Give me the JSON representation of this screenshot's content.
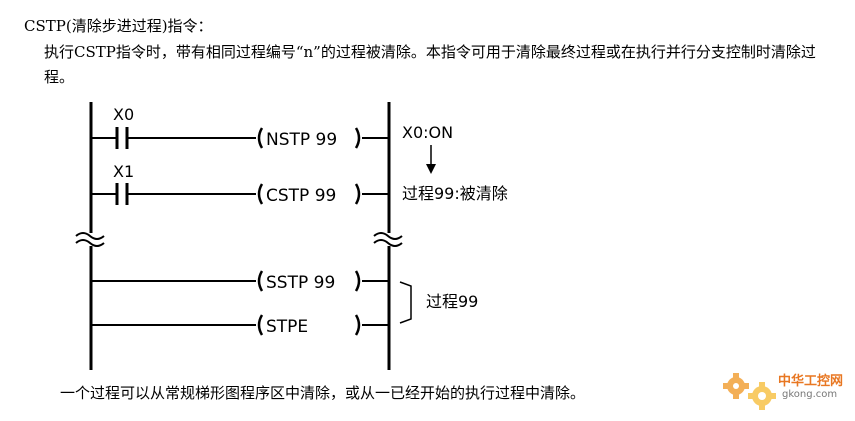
{
  "heading": "CSTP(清除步进过程)指令：",
  "paragraph": "执行CSTP指令时，带有相同过程编号“n”的过程被清除。本指令可用于清除最终过程或在执行并行分支控制时清除过程。",
  "ladder": {
    "contacts": [
      "X0",
      "X1"
    ],
    "instructions": [
      "NSTP 99",
      "CSTP 99",
      "SSTP 99",
      "STPE"
    ],
    "note_trigger": "X0:ON",
    "note_result": "过程99:被清除",
    "bracket_label": "过程99"
  },
  "caption": "一个过程可以从常规梯形图程序区中清除，或从一已经开始的执行过程中清除。",
  "watermark": {
    "name": "中华工控网",
    "url": "gkong.com"
  },
  "colors": {
    "text": "#000000",
    "watermark_orange": "#e87722",
    "watermark_gear": "#f2a23a"
  }
}
